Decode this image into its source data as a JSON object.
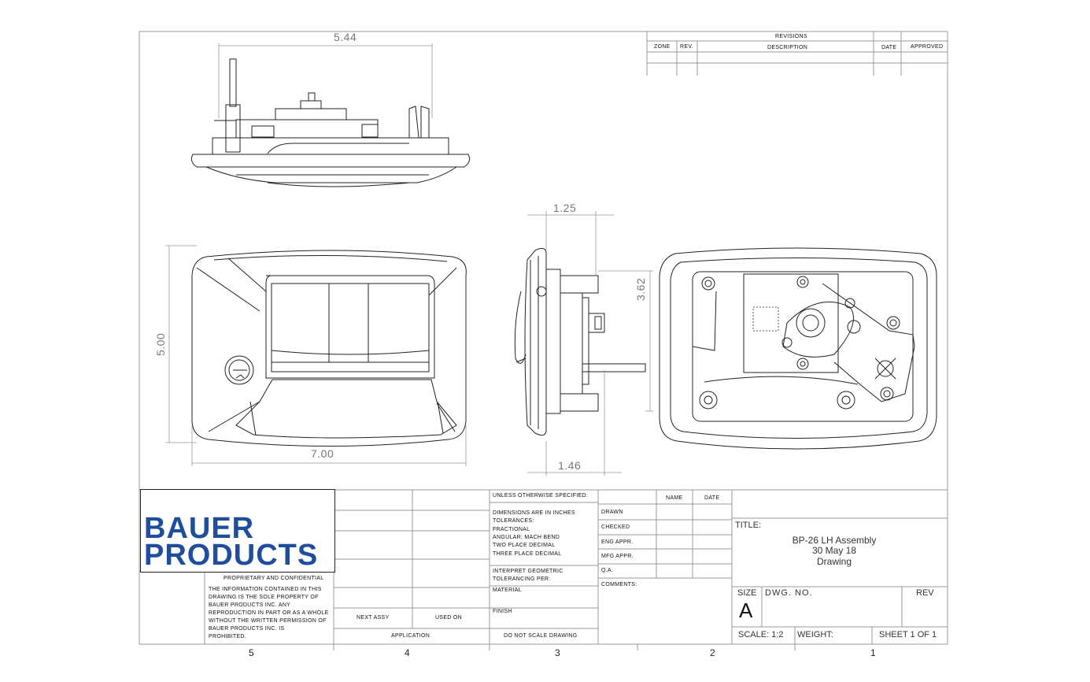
{
  "revisions": {
    "header": "REVISIONS",
    "zone": "ZONE",
    "rev": "REV.",
    "description": "DESCRIPTION",
    "date": "DATE",
    "approved": "APPROVED"
  },
  "dimensions": {
    "top_width": "5.44",
    "side_depth_top": "1.25",
    "side_height": "3.62",
    "side_depth_bottom": "1.46",
    "front_height": "5.00",
    "front_width": "7.00"
  },
  "logo": {
    "line1": "BAUER",
    "line2": "PRODUCTS"
  },
  "proprietary": {
    "heading": "PROPRIETARY AND CONFIDENTIAL",
    "line1": "THE INFORMATION CONTAINED IN THIS",
    "line2": "DRAWING IS THE SOLE PROPERTY OF",
    "line3": "BAUER PRODUCTS INC. ANY",
    "line4": "REPRODUCTION IN PART OR AS A WHOLE",
    "line5": "WITHOUT THE WRITTEN PERMISSION OF",
    "line6": "BAUER PRODUCTS INC. IS",
    "line7": "PROHIBITED."
  },
  "application": {
    "next_assy": "NEXT ASSY",
    "used_on": "USED ON",
    "label": "APPLICATION"
  },
  "tolerances": {
    "unless": "UNLESS OTHERWISE SPECIFIED:",
    "line1": "DIMENSIONS ARE IN INCHES",
    "line2": "TOLERANCES:",
    "line3": "FRACTIONAL",
    "line4": "ANGULAR: MACH      BEND",
    "line5": "TWO PLACE DECIMAL",
    "line6": "THREE PLACE DECIMAL",
    "geo1": "INTERPRET GEOMETRIC",
    "geo2": "TOLERANCING PER:",
    "material": "MATERIAL",
    "finish": "FINISH",
    "no_scale": "DO NOT SCALE DRAWING"
  },
  "approvals": {
    "name": "NAME",
    "date": "DATE",
    "drawn": "DRAWN",
    "checked": "CHECKED",
    "eng_appr": "ENG APPR.",
    "mfg_appr": "MFG APPR.",
    "qa": "Q.A.",
    "comments": "COMMENTS:"
  },
  "title_block": {
    "title_label": "TITLE:",
    "title_line1": "BP-26 LH Assembly",
    "title_line2": "30 May 18",
    "title_line3": "Drawing",
    "size_label": "SIZE",
    "size_value": "A",
    "dwg_no_label": "DWG.  NO.",
    "rev_label": "REV",
    "scale": "SCALE: 1:2",
    "weight": "WEIGHT:",
    "sheet": "SHEET 1 OF 1"
  },
  "zones": [
    "5",
    "4",
    "3",
    "2",
    "1"
  ],
  "colors": {
    "logo_blue": "#1f4e9d",
    "line": "#111111",
    "dimension": "#777777"
  }
}
